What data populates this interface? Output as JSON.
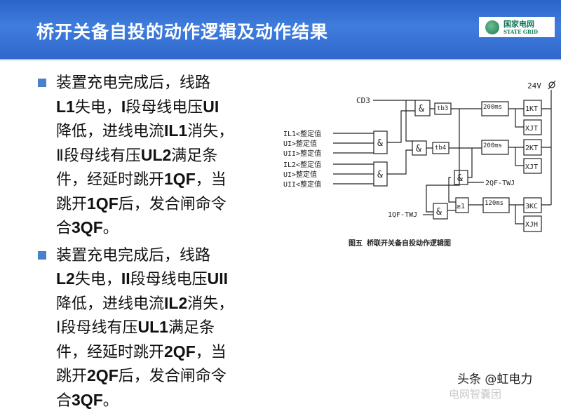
{
  "header": {
    "title": "桥开关备自投的动作逻辑及动作结果",
    "logo_cn": "国家电网",
    "logo_en": "STATE GRID"
  },
  "bullets": [
    {
      "lines": [
        [
          {
            "text": "装置充电完成后，线路",
            "bold": false
          }
        ],
        [
          {
            "text": "L1",
            "bold": true
          },
          {
            "text": "失电，",
            "bold": false
          },
          {
            "text": "I",
            "bold": true
          },
          {
            "text": "段母线电压",
            "bold": false
          },
          {
            "text": "UI",
            "bold": true
          }
        ],
        [
          {
            "text": "降低，进线电流",
            "bold": false
          },
          {
            "text": "IL1",
            "bold": true
          },
          {
            "text": "消失，",
            "bold": false
          }
        ],
        [
          {
            "text": "Ⅱ段母线有压",
            "bold": false
          },
          {
            "text": "UL2",
            "bold": true
          },
          {
            "text": "满足条",
            "bold": false
          }
        ],
        [
          {
            "text": "件，经延时跳开",
            "bold": false
          },
          {
            "text": "1QF",
            "bold": true
          },
          {
            "text": "，当",
            "bold": false
          }
        ],
        [
          {
            "text": "跳开",
            "bold": false
          },
          {
            "text": "1QF",
            "bold": true
          },
          {
            "text": "后，发合闸命令",
            "bold": false
          }
        ],
        [
          {
            "text": "合",
            "bold": false
          },
          {
            "text": "3QF",
            "bold": true
          },
          {
            "text": "。",
            "bold": false
          }
        ]
      ]
    },
    {
      "lines": [
        [
          {
            "text": "装置充电完成后，线路",
            "bold": false
          }
        ],
        [
          {
            "text": "L2",
            "bold": true
          },
          {
            "text": "失电，",
            "bold": false
          },
          {
            "text": "II",
            "bold": true
          },
          {
            "text": "段母线电压",
            "bold": false
          },
          {
            "text": "UII",
            "bold": true
          }
        ],
        [
          {
            "text": "降低，进线电流",
            "bold": false
          },
          {
            "text": "IL2",
            "bold": true
          },
          {
            "text": "消失，",
            "bold": false
          }
        ],
        [
          {
            "text": "Ⅰ段母线有压",
            "bold": false
          },
          {
            "text": "UL1",
            "bold": true
          },
          {
            "text": "满足条",
            "bold": false
          }
        ],
        [
          {
            "text": "件，经延时跳开",
            "bold": false
          },
          {
            "text": "2QF",
            "bold": true
          },
          {
            "text": "，当",
            "bold": false
          }
        ],
        [
          {
            "text": "跳开",
            "bold": false
          },
          {
            "text": "2QF",
            "bold": true
          },
          {
            "text": "后，发合闸命令",
            "bold": false
          }
        ],
        [
          {
            "text": "合",
            "bold": false
          },
          {
            "text": "3QF",
            "bold": true
          },
          {
            "text": "。",
            "bold": false
          }
        ]
      ]
    }
  ],
  "diagram": {
    "supply": "24V",
    "cd3": "CD3",
    "inputs": [
      "IL1<整定值",
      "UI>整定值",
      "UII>整定值",
      "IL2<整定值",
      "UI>整定值",
      "UII<整定值"
    ],
    "and": "&",
    "or": "≥1",
    "tb3": "tb3",
    "tb4": "tb4",
    "t1": "200ms",
    "t2": "200ms",
    "t3": "120ms",
    "kt1": "1KT",
    "kt2": "2KT",
    "kc3": "3KC",
    "xjt1": "XJT",
    "xjt2": "XJT",
    "xjh": "XJH",
    "qf2": "2QF-TWJ",
    "qf1": "1QF-TWJ",
    "caption": "图五  桥联开关备自投动作逻辑图"
  },
  "watermark": {
    "line1": "头条 @虹电力",
    "line2": "电网智囊团"
  }
}
